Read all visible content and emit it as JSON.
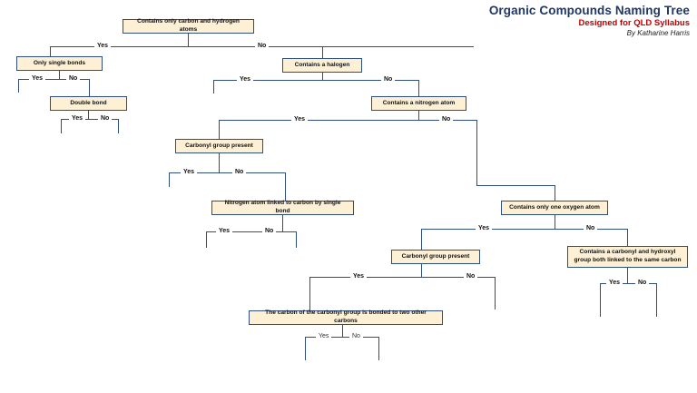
{
  "header": {
    "title": "Organic Compounds Naming Tree",
    "subtitle": "Designed for QLD Syllabus",
    "author": "By Katharine Harris"
  },
  "palette": {
    "node_fill": "#fdf0d5",
    "node_border": "#2e4e80",
    "connector": "#2e4e80",
    "title_color": "#1f3864",
    "subtitle_color": "#c00000",
    "page_background": "#ffffff"
  },
  "labels": {
    "yes": "Yes",
    "no": "No"
  },
  "chart_data": {
    "type": "diagram",
    "diagram_type": "decision-tree-flowchart",
    "title": "Organic Compounds Naming Tree",
    "nodes": [
      {
        "id": "n1",
        "label": "Contains only carbon and hydrogen atoms"
      },
      {
        "id": "n2",
        "label": "Only single bonds"
      },
      {
        "id": "n3",
        "label": "Double bond"
      },
      {
        "id": "n4",
        "label": "Contains a halogen"
      },
      {
        "id": "n5",
        "label": "Contains a nitrogen atom"
      },
      {
        "id": "n6",
        "label": "Carbonyl group present"
      },
      {
        "id": "n7",
        "label": "Nitrogen atom linked to carbon by single bond"
      },
      {
        "id": "n8",
        "label": "Contains only one oxygen atom"
      },
      {
        "id": "n9",
        "label": "Carbonyl group present"
      },
      {
        "id": "n10",
        "label": "Contains a carbonyl and hydroxyl group both linked to the same carbon"
      },
      {
        "id": "n11",
        "label": "The carbon of the carbonyl group is bonded to two other carbons"
      }
    ],
    "edges": [
      {
        "from": "n1",
        "answer": "Yes",
        "to": "n2"
      },
      {
        "from": "n1",
        "answer": "No",
        "to": "n4"
      },
      {
        "from": "n2",
        "answer": "Yes",
        "to": "terminal"
      },
      {
        "from": "n2",
        "answer": "No",
        "to": "n3"
      },
      {
        "from": "n3",
        "answer": "Yes",
        "to": "terminal"
      },
      {
        "from": "n3",
        "answer": "No",
        "to": "terminal"
      },
      {
        "from": "n4",
        "answer": "Yes",
        "to": "terminal"
      },
      {
        "from": "n4",
        "answer": "No",
        "to": "n5"
      },
      {
        "from": "n5",
        "answer": "Yes",
        "to": "n6"
      },
      {
        "from": "n5",
        "answer": "No",
        "to": "n8"
      },
      {
        "from": "n6",
        "answer": "Yes",
        "to": "terminal"
      },
      {
        "from": "n6",
        "answer": "No",
        "to": "n7"
      },
      {
        "from": "n7",
        "answer": "Yes",
        "to": "terminal"
      },
      {
        "from": "n7",
        "answer": "No",
        "to": "terminal"
      },
      {
        "from": "n8",
        "answer": "Yes",
        "to": "n9"
      },
      {
        "from": "n8",
        "answer": "No",
        "to": "n10"
      },
      {
        "from": "n9",
        "answer": "Yes",
        "to": "terminal"
      },
      {
        "from": "n9",
        "answer": "No",
        "to": "n11"
      },
      {
        "from": "n10",
        "answer": "Yes",
        "to": "terminal"
      },
      {
        "from": "n10",
        "answer": "No",
        "to": "terminal"
      },
      {
        "from": "n11",
        "answer": "Yes",
        "to": "terminal"
      },
      {
        "from": "n11",
        "answer": "No",
        "to": "terminal"
      }
    ]
  }
}
